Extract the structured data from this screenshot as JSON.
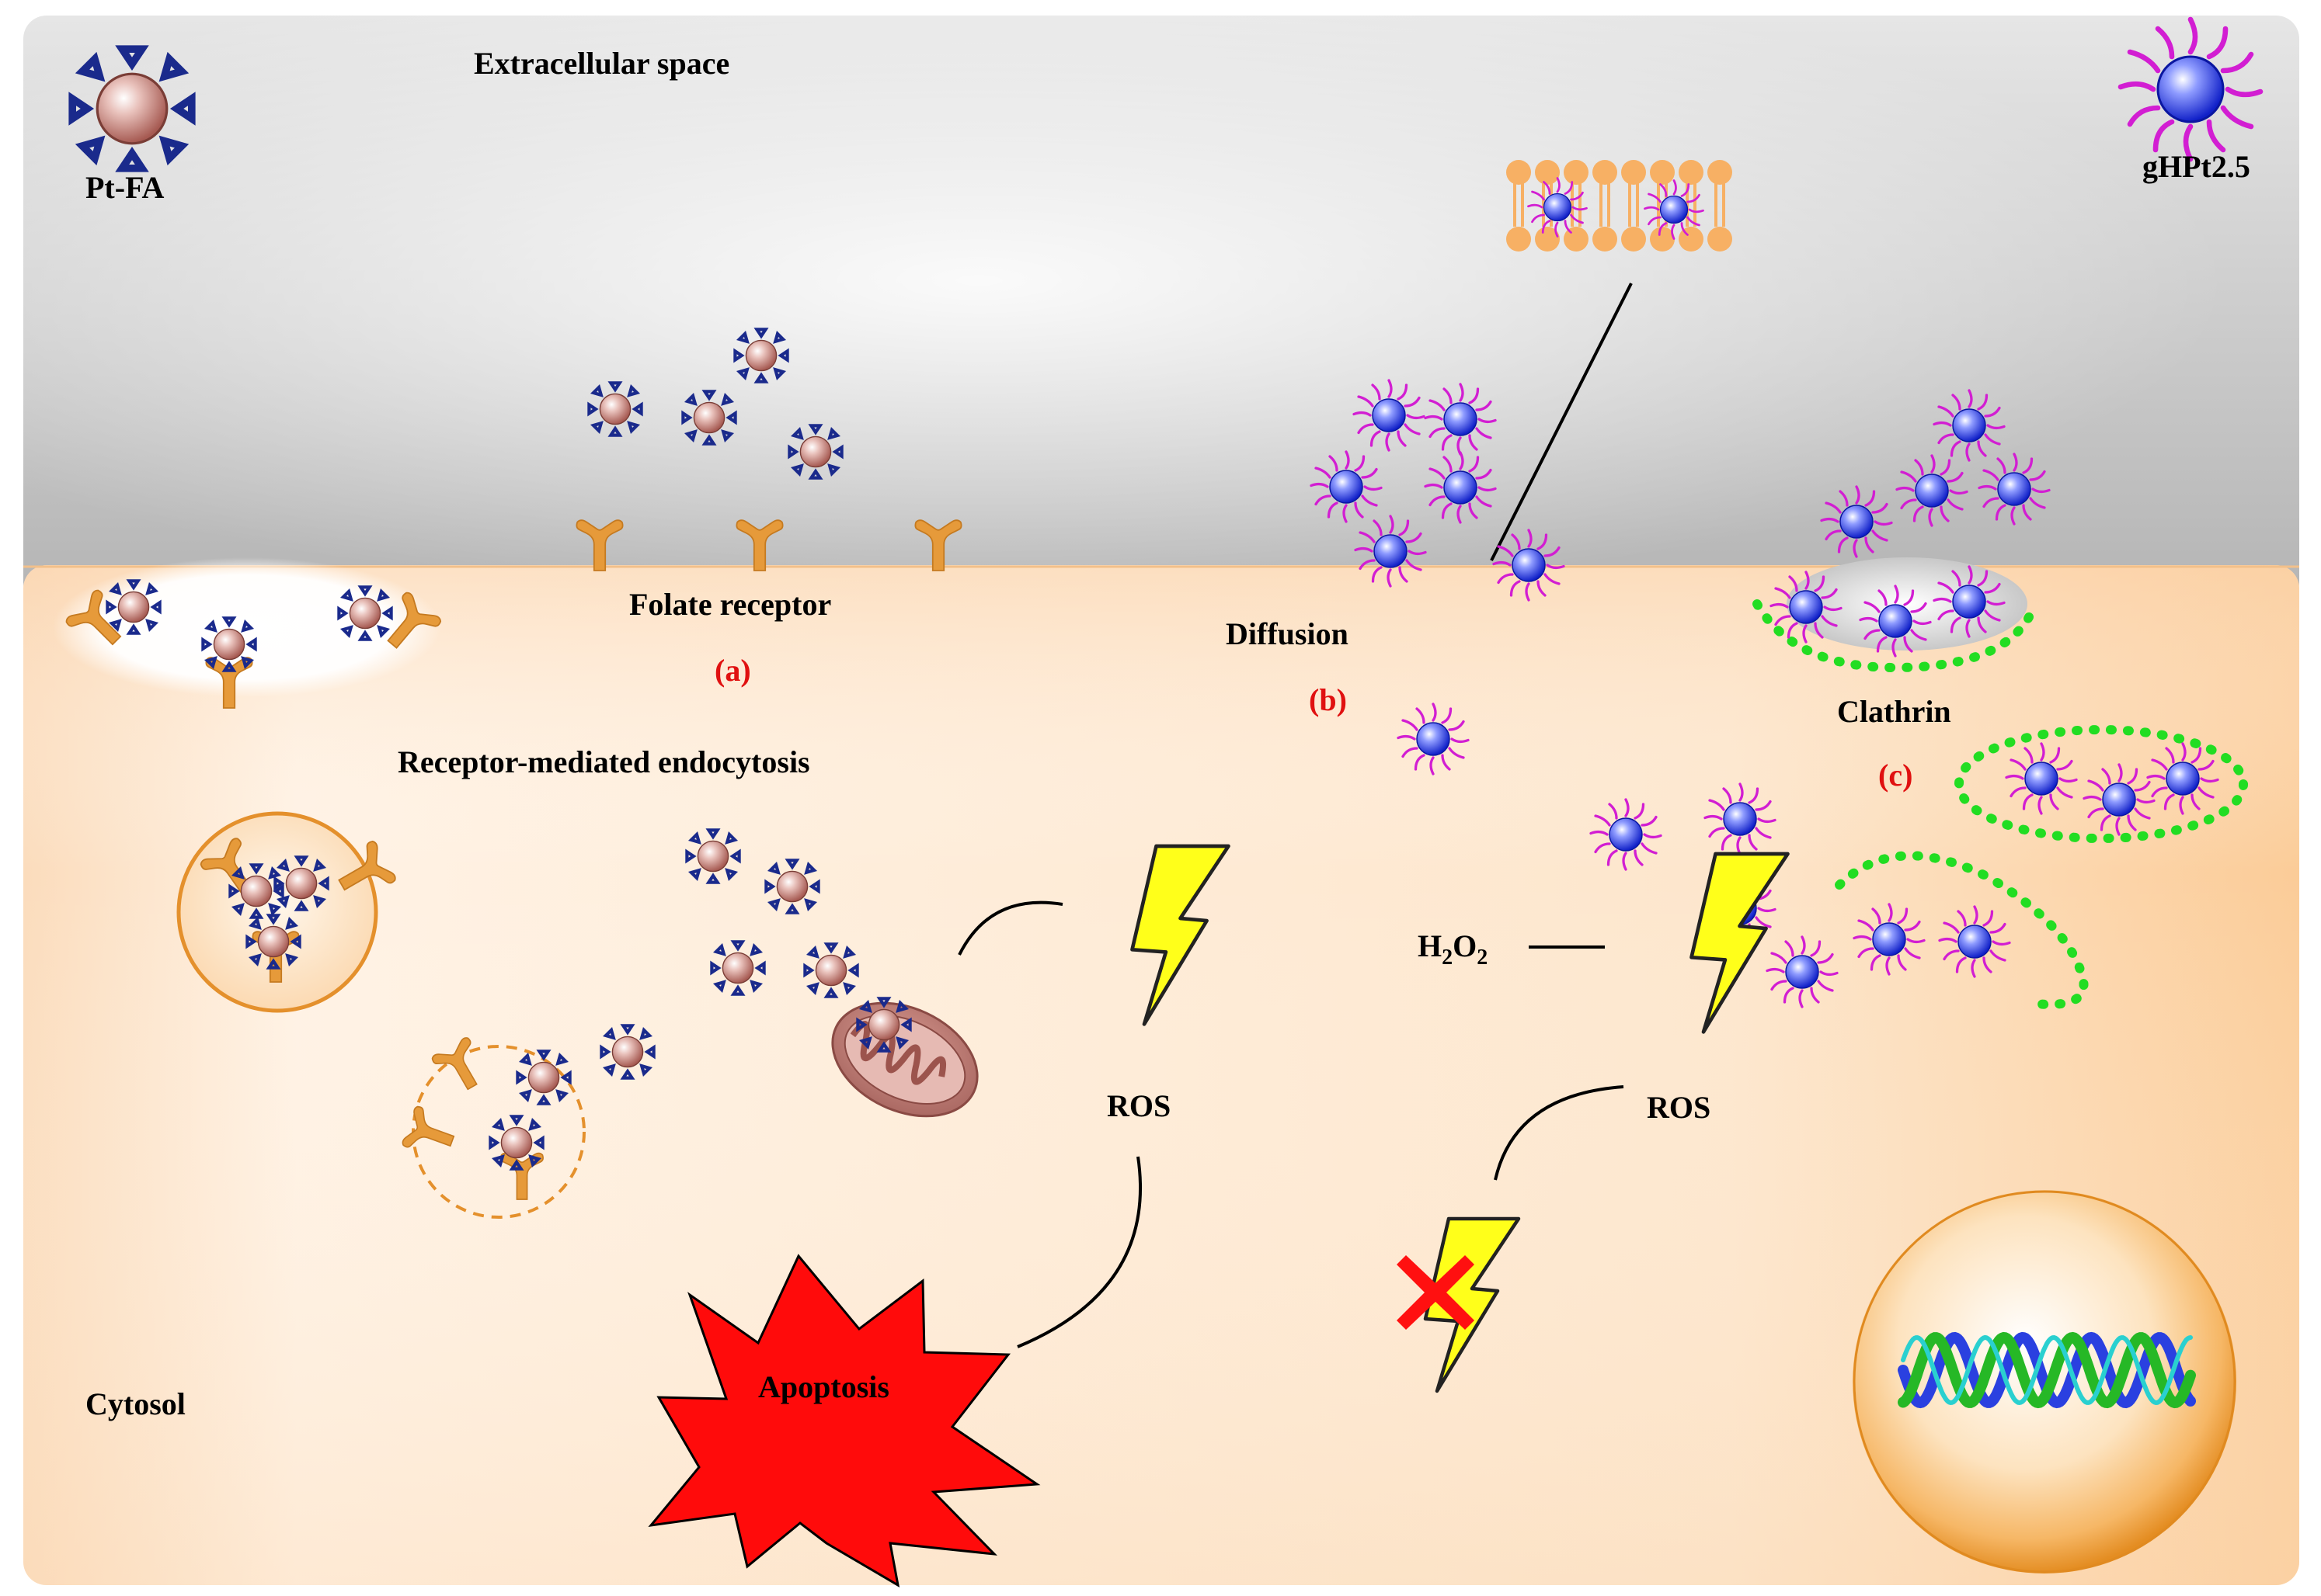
{
  "labels": {
    "extracellular": "Extracellular space",
    "pt_fa": "Pt-FA",
    "ghpt": "gHPt2.5",
    "folate_receptor": "Folate receptor",
    "a": "(a)",
    "receptor_mediated": "Receptor-mediated endocytosis",
    "diffusion": "Diffusion",
    "b": "(b)",
    "clathrin": "Clathrin",
    "c": "(c)",
    "h2o2_main": "H",
    "h2o2_sub1": "2",
    "h2o2_mid": "O",
    "h2o2_sub2": "2",
    "ros_left": "ROS",
    "ros_right": "ROS",
    "apoptosis": "Apoptosis",
    "cytosol": "Cytosol"
  },
  "colors": {
    "extracellular_top": "#e4e4e4",
    "extracellular_bottom": "#b6b6b6",
    "cytosol_light": "#fff3e6",
    "cytosol_dark": "#fbd3a8",
    "receptor": "#e69a3a",
    "pt_core": "#c98a80",
    "pt_ligand": "#1a2a8c",
    "ghpt_core": "#2a3ce0",
    "ghpt_ligand": "#d21ed2",
    "clathrin": "#22dd22",
    "bolt": "#ffff1a",
    "apoptosis": "#ff0b0b",
    "red_label": "#e01010",
    "nucleus": "#f0a238"
  },
  "icons": [
    "pt-fa-particle-icon",
    "ghpt-particle-icon",
    "folate-receptor-icon",
    "lipid-bilayer-icon",
    "mitochondrion-icon",
    "lightning-bolt-icon",
    "cross-icon",
    "apoptosis-burst-icon",
    "nucleus-icon",
    "dna-helix-icon"
  ]
}
